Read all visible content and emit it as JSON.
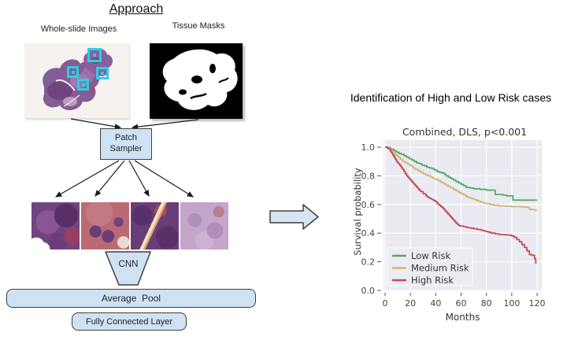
{
  "left": {
    "title": "Approach",
    "wsi_label": "Whole-slide Images",
    "mask_label": "Tissue Masks",
    "patch_sampler_line1": "Patch",
    "patch_sampler_line2": "Sampler",
    "cnn_label": "CNN",
    "avg_pool_label": "Average  Pool",
    "fc_label": "Fully Connected Layer"
  },
  "right": {
    "heading": "Identification of High and Low Risk cases"
  },
  "colors": {
    "box_fill": "#cfe2f3",
    "box_border": "#3f3f3f",
    "cyan_marker": "#24d2e4",
    "arrow": "#1a1a1a"
  },
  "chart_data": {
    "type": "line",
    "subtype": "kaplan-meier-step",
    "title": "Combined, DLS, p<0.001",
    "xlabel": "Months",
    "ylabel": "Survival probability",
    "xlim": [
      0,
      120
    ],
    "ylim": [
      0.0,
      1.0
    ],
    "xticks": [
      0,
      20,
      40,
      60,
      80,
      100,
      120
    ],
    "yticks": [
      0.0,
      0.2,
      0.4,
      0.6,
      0.8,
      1.0
    ],
    "grid": true,
    "plot_bg": "#eaeaf2",
    "grid_color": "#ffffff",
    "legend_position": "lower-left",
    "series": [
      {
        "name": "Low Risk",
        "color": "#55a868",
        "points": [
          [
            0,
            1.0
          ],
          [
            3,
            0.99
          ],
          [
            5,
            0.985
          ],
          [
            7,
            0.975
          ],
          [
            9,
            0.965
          ],
          [
            11,
            0.955
          ],
          [
            13,
            0.95
          ],
          [
            15,
            0.94
          ],
          [
            17,
            0.93
          ],
          [
            19,
            0.92
          ],
          [
            21,
            0.91
          ],
          [
            23,
            0.9
          ],
          [
            25,
            0.89
          ],
          [
            27,
            0.885
          ],
          [
            29,
            0.875
          ],
          [
            31,
            0.87
          ],
          [
            33,
            0.86
          ],
          [
            35,
            0.855
          ],
          [
            37,
            0.85
          ],
          [
            39,
            0.84
          ],
          [
            41,
            0.83
          ],
          [
            43,
            0.825
          ],
          [
            45,
            0.82
          ],
          [
            47,
            0.81
          ],
          [
            48,
            0.8
          ],
          [
            50,
            0.79
          ],
          [
            52,
            0.78
          ],
          [
            54,
            0.77
          ],
          [
            56,
            0.76
          ],
          [
            58,
            0.75
          ],
          [
            60,
            0.74
          ],
          [
            62,
            0.73
          ],
          [
            64,
            0.72
          ],
          [
            67,
            0.715
          ],
          [
            70,
            0.71
          ],
          [
            75,
            0.705
          ],
          [
            80,
            0.7
          ],
          [
            87,
            0.67
          ],
          [
            93,
            0.665
          ],
          [
            96,
            0.66
          ],
          [
            101,
            0.63
          ],
          [
            120,
            0.63
          ]
        ]
      },
      {
        "name": "Medium Risk",
        "color": "#ccb974",
        "points": [
          [
            0,
            1.0
          ],
          [
            4,
            0.98
          ],
          [
            6,
            0.96
          ],
          [
            8,
            0.945
          ],
          [
            10,
            0.93
          ],
          [
            12,
            0.915
          ],
          [
            14,
            0.9
          ],
          [
            16,
            0.89
          ],
          [
            18,
            0.88
          ],
          [
            20,
            0.87
          ],
          [
            22,
            0.855
          ],
          [
            24,
            0.845
          ],
          [
            26,
            0.835
          ],
          [
            28,
            0.825
          ],
          [
            30,
            0.815
          ],
          [
            32,
            0.805
          ],
          [
            34,
            0.8
          ],
          [
            36,
            0.79
          ],
          [
            38,
            0.78
          ],
          [
            40,
            0.775
          ],
          [
            42,
            0.765
          ],
          [
            44,
            0.755
          ],
          [
            46,
            0.745
          ],
          [
            48,
            0.735
          ],
          [
            50,
            0.725
          ],
          [
            52,
            0.715
          ],
          [
            54,
            0.705
          ],
          [
            56,
            0.695
          ],
          [
            58,
            0.685
          ],
          [
            60,
            0.675
          ],
          [
            62,
            0.665
          ],
          [
            64,
            0.655
          ],
          [
            66,
            0.648
          ],
          [
            68,
            0.642
          ],
          [
            70,
            0.635
          ],
          [
            72,
            0.628
          ],
          [
            74,
            0.622
          ],
          [
            76,
            0.615
          ],
          [
            78,
            0.61
          ],
          [
            80,
            0.605
          ],
          [
            83,
            0.6
          ],
          [
            86,
            0.595
          ],
          [
            90,
            0.59
          ],
          [
            95,
            0.588
          ],
          [
            100,
            0.585
          ],
          [
            108,
            0.582
          ],
          [
            112,
            0.58
          ],
          [
            114,
            0.565
          ],
          [
            118,
            0.56
          ],
          [
            120,
            0.56
          ]
        ]
      },
      {
        "name": "High Risk",
        "color": "#c44e52",
        "points": [
          [
            0,
            1.0
          ],
          [
            2,
            0.99
          ],
          [
            4,
            0.975
          ],
          [
            5,
            0.96
          ],
          [
            6,
            0.945
          ],
          [
            7,
            0.93
          ],
          [
            8,
            0.915
          ],
          [
            9,
            0.9
          ],
          [
            10,
            0.89
          ],
          [
            11,
            0.88
          ],
          [
            12,
            0.87
          ],
          [
            13,
            0.855
          ],
          [
            14,
            0.845
          ],
          [
            15,
            0.83
          ],
          [
            16,
            0.815
          ],
          [
            17,
            0.8
          ],
          [
            18,
            0.79
          ],
          [
            19,
            0.78
          ],
          [
            20,
            0.77
          ],
          [
            21,
            0.76
          ],
          [
            22,
            0.75
          ],
          [
            23,
            0.74
          ],
          [
            24,
            0.73
          ],
          [
            25,
            0.72
          ],
          [
            26,
            0.71
          ],
          [
            27,
            0.7
          ],
          [
            28,
            0.69
          ],
          [
            30,
            0.675
          ],
          [
            32,
            0.665
          ],
          [
            33,
            0.655
          ],
          [
            34,
            0.65
          ],
          [
            35,
            0.645
          ],
          [
            36,
            0.64
          ],
          [
            37,
            0.635
          ],
          [
            38,
            0.63
          ],
          [
            39,
            0.625
          ],
          [
            40,
            0.62
          ],
          [
            41,
            0.61
          ],
          [
            42,
            0.6
          ],
          [
            43,
            0.595
          ],
          [
            44,
            0.585
          ],
          [
            45,
            0.58
          ],
          [
            46,
            0.57
          ],
          [
            47,
            0.56
          ],
          [
            48,
            0.55
          ],
          [
            49,
            0.54
          ],
          [
            50,
            0.53
          ],
          [
            51,
            0.52
          ],
          [
            52,
            0.51
          ],
          [
            53,
            0.5
          ],
          [
            54,
            0.49
          ],
          [
            55,
            0.48
          ],
          [
            56,
            0.47
          ],
          [
            57,
            0.462
          ],
          [
            58,
            0.455
          ],
          [
            59,
            0.45
          ],
          [
            62,
            0.445
          ],
          [
            64,
            0.44
          ],
          [
            66,
            0.437
          ],
          [
            68,
            0.435
          ],
          [
            70,
            0.43
          ],
          [
            73,
            0.425
          ],
          [
            76,
            0.42
          ],
          [
            78,
            0.415
          ],
          [
            80,
            0.41
          ],
          [
            82,
            0.405
          ],
          [
            84,
            0.4
          ],
          [
            87,
            0.395
          ],
          [
            90,
            0.39
          ],
          [
            94,
            0.388
          ],
          [
            98,
            0.385
          ],
          [
            100,
            0.38
          ],
          [
            102,
            0.37
          ],
          [
            104,
            0.355
          ],
          [
            106,
            0.34
          ],
          [
            108,
            0.32
          ],
          [
            110,
            0.3
          ],
          [
            112,
            0.275
          ],
          [
            114,
            0.25
          ],
          [
            116,
            0.245
          ],
          [
            118,
            0.22
          ],
          [
            119,
            0.185
          ]
        ]
      }
    ]
  }
}
